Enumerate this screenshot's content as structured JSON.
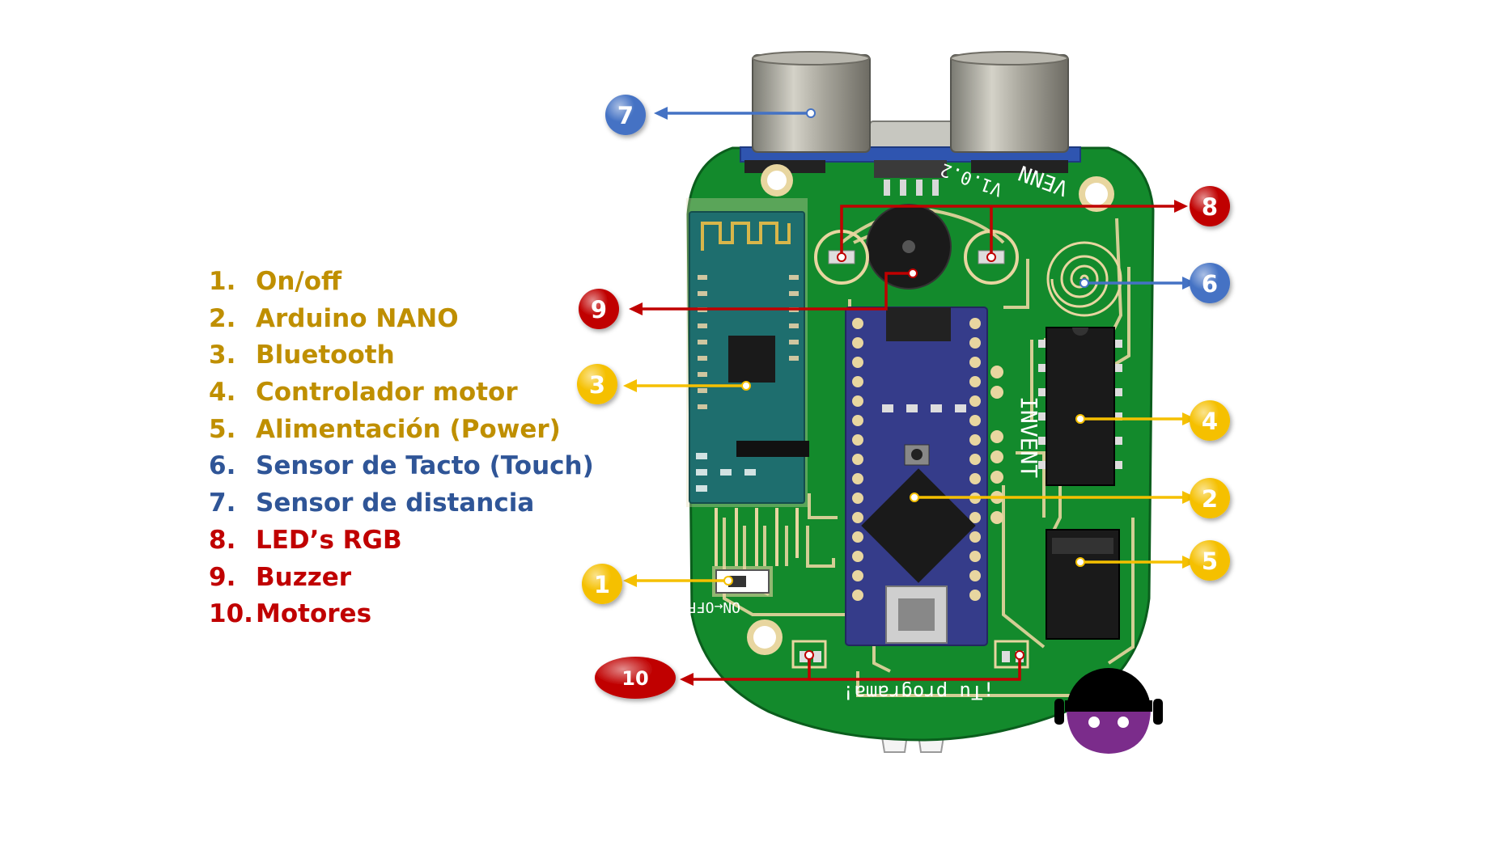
{
  "legend": {
    "items": [
      {
        "num": "1.",
        "label": "On/off",
        "color": "#BF8F00"
      },
      {
        "num": "2.",
        "label": "Arduino NANO",
        "color": "#BF8F00"
      },
      {
        "num": "3.",
        "label": "Bluetooth",
        "color": "#BF8F00"
      },
      {
        "num": "4.",
        "label": "Controlador motor",
        "color": "#BF8F00"
      },
      {
        "num": "5.",
        "label": "Alimentación (Power)",
        "color": "#BF8F00"
      },
      {
        "num": "6.",
        "label": "Sensor de Tacto (Touch)",
        "color": "#2F5597"
      },
      {
        "num": "7.",
        "label": "Sensor de distancia",
        "color": "#2F5597"
      },
      {
        "num": "8.",
        "label": "LED’s RGB",
        "color": "#C00000"
      },
      {
        "num": "9.",
        "label": "Buzzer",
        "color": "#C00000"
      },
      {
        "num": "10.",
        "label": "Motores",
        "color": "#C00000"
      }
    ]
  },
  "callouts": {
    "b1": "1",
    "b2": "2",
    "b3": "3",
    "b4": "4",
    "b5": "5",
    "b6": "6",
    "b7": "7",
    "b8": "8",
    "b9": "9",
    "b10": "10"
  },
  "board": {
    "silk_version": "V1.0.2",
    "silk_brand": "VENN",
    "silk_switch": "ON←OFF",
    "silk_side": "INVENT",
    "silk_bottom": "¡Tu programa!"
  },
  "colors": {
    "yellow": "#F5C000",
    "blue": "#4472C4",
    "red": "#C00000",
    "pcb": "#138A2C",
    "pcb_trace": "#E8D6A0",
    "nano": "#353C8A",
    "bluetooth": "#1E6E6E"
  }
}
